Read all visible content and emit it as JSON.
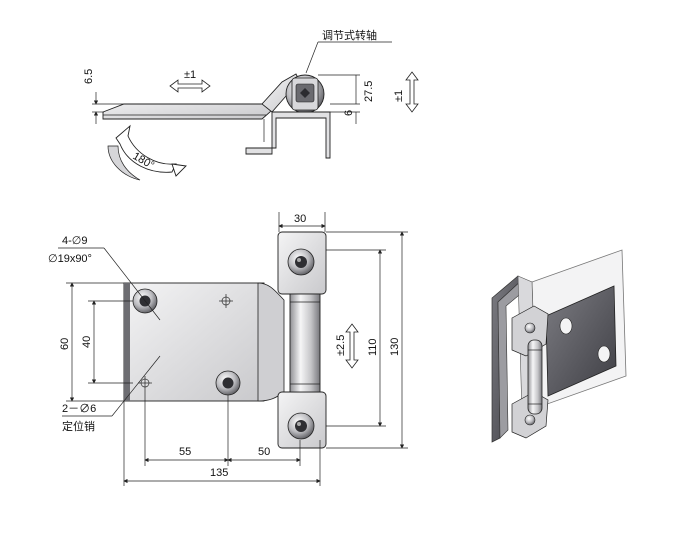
{
  "side_view": {
    "label_adjust_pivot": "调节式转轴",
    "dim_6_5": "6.5",
    "dim_pm1_h": "±1",
    "dim_27_5": "27.5",
    "dim_6": "6",
    "dim_pm1_v": "±1",
    "rotation_label": "180°"
  },
  "front_view": {
    "dim_30": "30",
    "label_holes": "4-∅9",
    "label_countersink": "∅19x90°",
    "dim_60": "60",
    "dim_40": "40",
    "dim_pm2_5": "±2.5",
    "dim_110": "110",
    "dim_130": "130",
    "label_pins": "2－∅6",
    "label_pins_cn": "定位销",
    "dim_55": "55",
    "dim_50": "50",
    "dim_135": "135"
  },
  "colors": {
    "metal_light": "#e9e9ea",
    "metal_mid": "#b9b9bc",
    "metal_dark": "#5e5e63",
    "line": "#222222"
  }
}
